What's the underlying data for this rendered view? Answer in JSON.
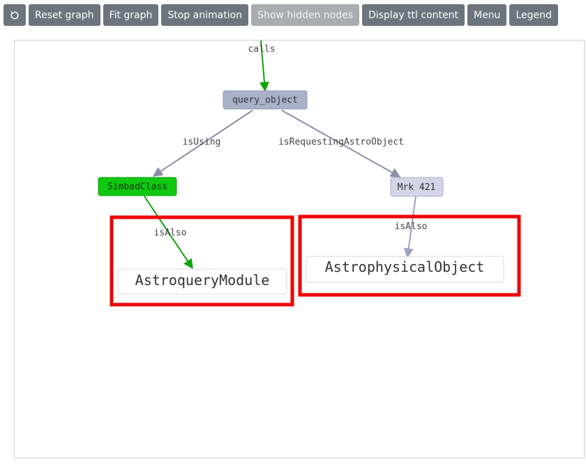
{
  "toolbar": {
    "refresh_icon": "refresh-icon",
    "reset_label": "Reset graph",
    "fit_label": "Fit graph",
    "stop_label": "Stop animation",
    "hidden_label": "Show hidden nodes",
    "ttl_label": "Display ttl content",
    "menu_label": "Menu",
    "legend_label": "Legend"
  },
  "graph": {
    "nodes": {
      "query_object": "query_object",
      "simbad_class": "SimbadClass",
      "mrk_421": "Mrk 421",
      "astroquery_module": "AstroqueryModule",
      "astrophysical_object": "AstrophysicalObject"
    },
    "edges": {
      "calls": "calls",
      "is_using": "isUsing",
      "is_requesting": "isRequestingAstroObject",
      "is_also_left": "isAlso",
      "is_also_right": "isAlso"
    }
  },
  "colors": {
    "button": "#6c757d",
    "button_disabled": "#a8adb2",
    "node_query": "#a9b1c9",
    "node_simbad": "#10c810",
    "node_mrk": "#d2d5e8",
    "edge_green": "#0aa30a",
    "edge_gray": "#8a90a6",
    "highlight": "#ee0000"
  }
}
